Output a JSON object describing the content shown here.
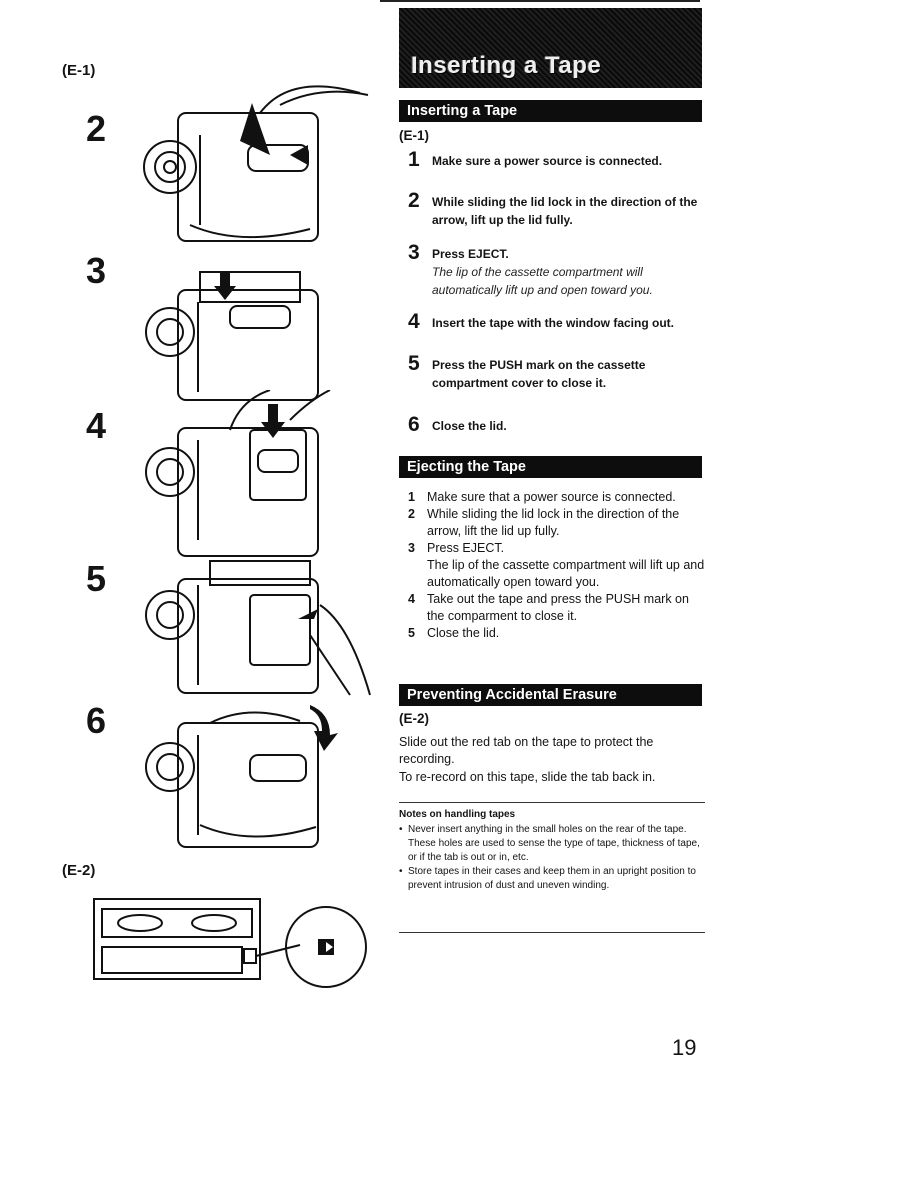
{
  "left": {
    "fig_e1": "(E-1)",
    "fig_e2": "(E-2)",
    "steps": [
      "2",
      "3",
      "4",
      "5",
      "6"
    ]
  },
  "banner": {
    "title": "Inserting a Tape"
  },
  "insert": {
    "heading": "Inserting a Tape",
    "ref": "(E-1)",
    "steps": [
      {
        "num": "1",
        "text": "Make sure a power source is connected."
      },
      {
        "num": "2",
        "text": "While sliding the lid lock in the direction of the arrow, lift up the lid fully."
      },
      {
        "num": "3",
        "text": "Press EJECT.",
        "sub": "The lip of the cassette compartment will automatically lift up and open toward you."
      },
      {
        "num": "4",
        "text": "Insert the tape with the window facing out."
      },
      {
        "num": "5",
        "text": "Press the PUSH mark on the cassette compartment cover to close it."
      },
      {
        "num": "6",
        "text": "Close the lid."
      }
    ]
  },
  "eject": {
    "heading": "Ejecting the Tape",
    "steps": [
      {
        "num": "1",
        "text": "Make sure that a power source is connected."
      },
      {
        "num": "2",
        "text": "While sliding the lid lock in the direction of the arrow, lift the lid up fully."
      },
      {
        "num": "3",
        "text": "Press EJECT.",
        "sub": "The lip of the cassette compartment will lift up and automatically open toward you."
      },
      {
        "num": "4",
        "text": "Take out the tape and press the PUSH mark on the comparment to close it."
      },
      {
        "num": "5",
        "text": "Close the lid."
      }
    ]
  },
  "erasure": {
    "heading": "Preventing Accidental Erasure",
    "ref": "(E-2)",
    "p1": "Slide out the red tab on the tape to protect the recording.",
    "p2": "To re-record on this tape, slide the tab back in."
  },
  "notes": {
    "title": "Notes on handling tapes",
    "items": [
      "Never insert anything in the small holes on the rear of the tape. These holes are used to sense the type of tape, thickness of tape, or if the tab is out or in, etc.",
      "Store tapes in their cases and keep them in an upright position to prevent intrusion of dust and uneven winding."
    ]
  },
  "page_number": "19"
}
